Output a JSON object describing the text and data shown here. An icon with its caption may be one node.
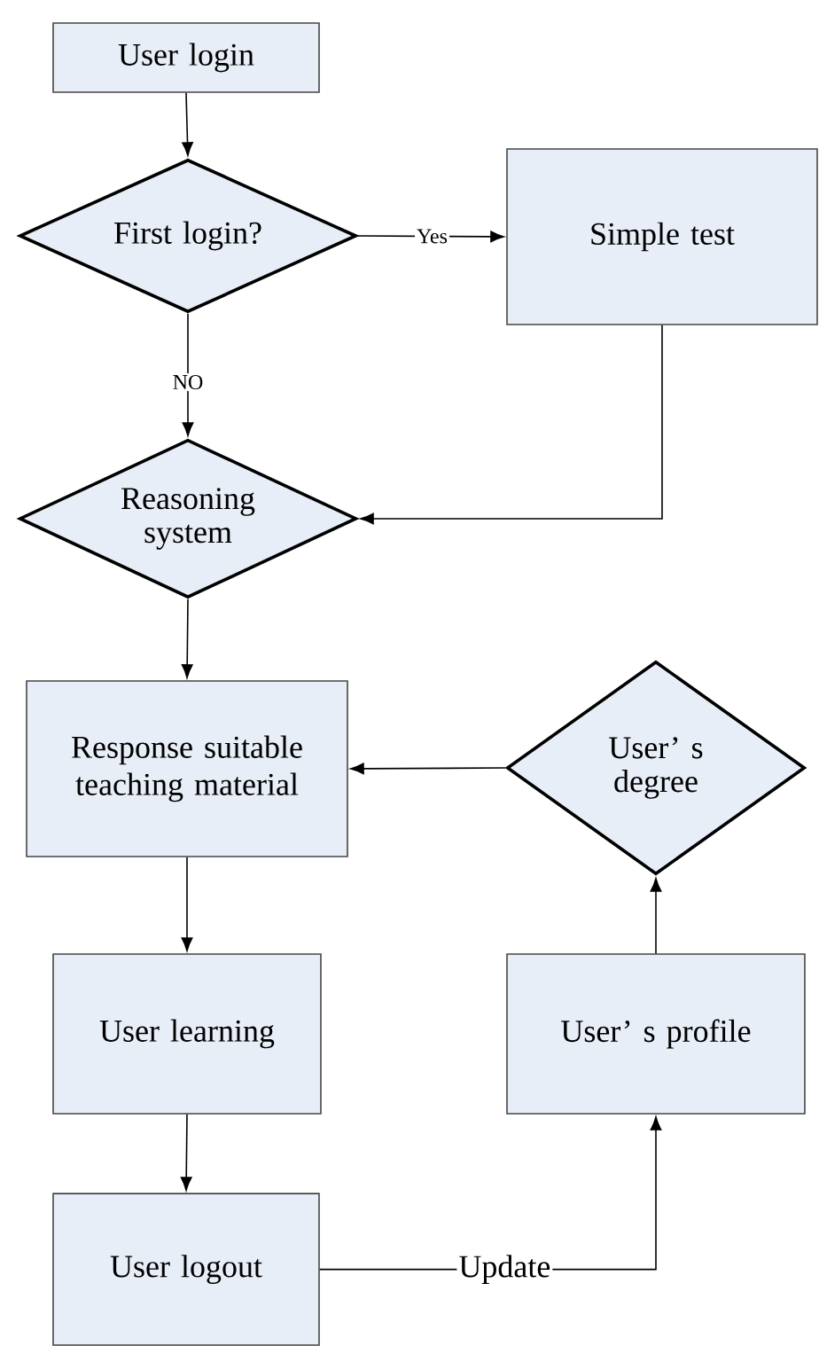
{
  "diagram": {
    "nodes": [
      {
        "text": [
          "User login"
        ]
      },
      {
        "text": [
          "First login?"
        ]
      },
      {
        "text": [
          "Simple test"
        ]
      },
      {
        "text": [
          "Reasoning system"
        ]
      },
      {
        "text": [
          "Response suitable teaching material"
        ]
      },
      {
        "text": [
          "User’ s degree"
        ]
      },
      {
        "text": [
          "User learning"
        ]
      },
      {
        "text": [
          "User’ s profile"
        ]
      },
      {
        "text": [
          "User logout"
        ]
      }
    ],
    "edges": [
      {
        "from": 0,
        "to": 1,
        "arrow": "to"
      },
      {
        "from": 1,
        "to": 2,
        "arrow": "to",
        "label": "Yes"
      },
      {
        "from": 1,
        "to": 3,
        "arrow": "to",
        "label": "NO"
      },
      {
        "from": 2,
        "to": 3,
        "arrow": "to"
      },
      {
        "from": 3,
        "to": 4,
        "arrow": "to"
      },
      {
        "from": 5,
        "to": 4,
        "arrow": "to"
      },
      {
        "from": 4,
        "to": 6,
        "arrow": "to"
      },
      {
        "from": 6,
        "to": 8,
        "arrow": "to"
      },
      {
        "from": 8,
        "to": 7,
        "arrow": "to",
        "label": "Update"
      },
      {
        "from": 7,
        "to": 5,
        "arrow": "to"
      }
    ]
  }
}
